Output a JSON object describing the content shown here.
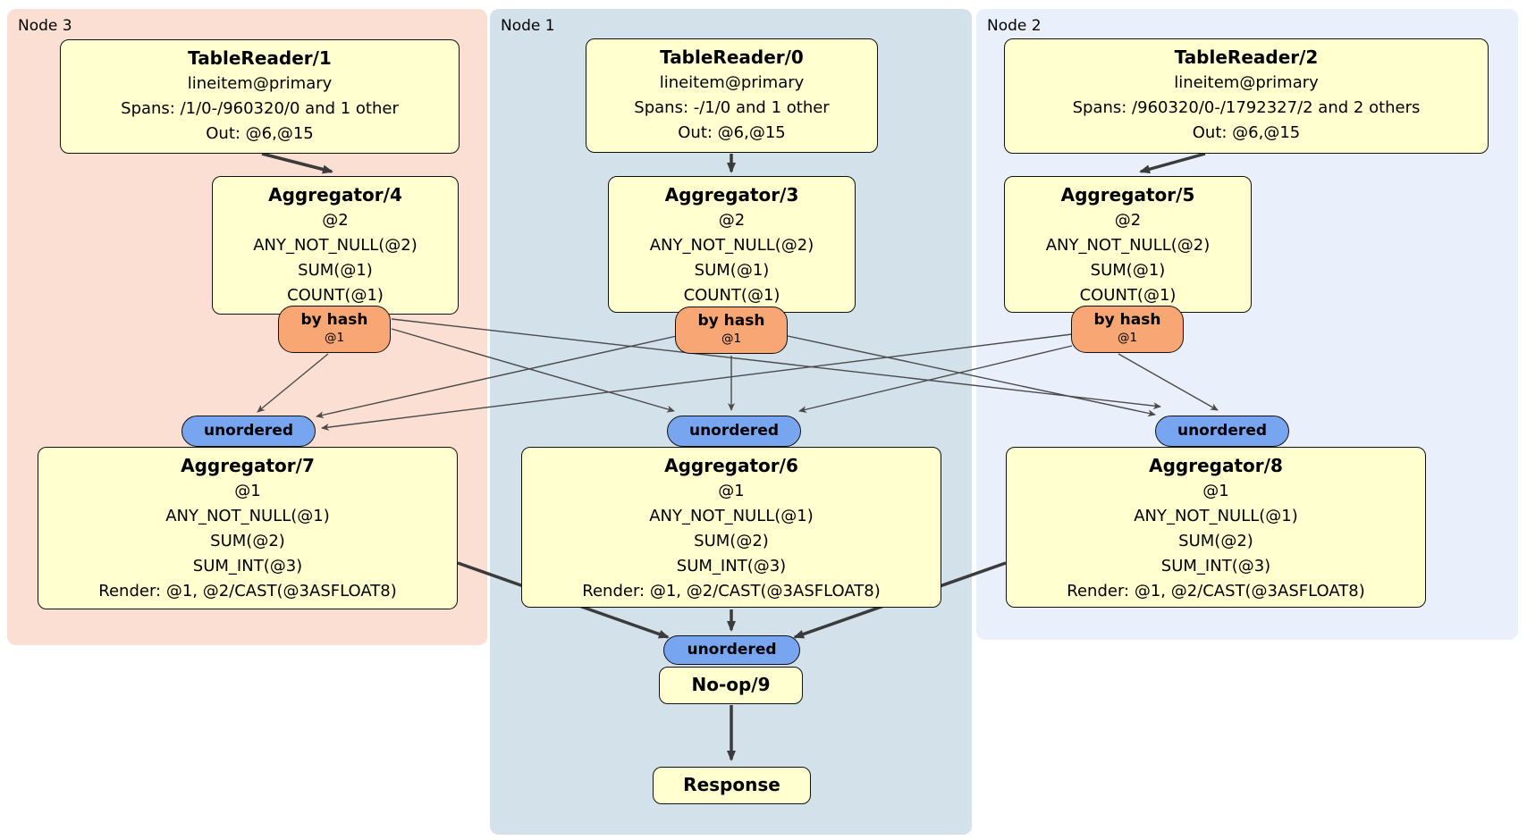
{
  "panels": [
    {
      "id": "node3",
      "label": "Node 3"
    },
    {
      "id": "node1",
      "label": "Node 1"
    },
    {
      "id": "node2",
      "label": "Node 2"
    }
  ],
  "processors": {
    "tr1": {
      "title": "TableReader/1",
      "lines": [
        "lineitem@primary",
        "Spans: /1/0-/960320/0 and 1 other",
        "Out: @6,@15"
      ]
    },
    "tr0": {
      "title": "TableReader/0",
      "lines": [
        "lineitem@primary",
        "Spans: -/1/0 and 1 other",
        "Out: @6,@15"
      ]
    },
    "tr2": {
      "title": "TableReader/2",
      "lines": [
        "lineitem@primary",
        "Spans: /960320/0-/1792327/2 and 2 others",
        "Out: @6,@15"
      ]
    },
    "agg4": {
      "title": "Aggregator/4",
      "lines": [
        "@2",
        "ANY_NOT_NULL(@2)",
        "SUM(@1)",
        "COUNT(@1)"
      ]
    },
    "agg3": {
      "title": "Aggregator/3",
      "lines": [
        "@2",
        "ANY_NOT_NULL(@2)",
        "SUM(@1)",
        "COUNT(@1)"
      ]
    },
    "agg5": {
      "title": "Aggregator/5",
      "lines": [
        "@2",
        "ANY_NOT_NULL(@2)",
        "SUM(@1)",
        "COUNT(@1)"
      ]
    },
    "agg7": {
      "title": "Aggregator/7",
      "lines": [
        "@1",
        "ANY_NOT_NULL(@1)",
        "SUM(@2)",
        "SUM_INT(@3)",
        "Render: @1, @2/CAST(@3ASFLOAT8)"
      ]
    },
    "agg6": {
      "title": "Aggregator/6",
      "lines": [
        "@1",
        "ANY_NOT_NULL(@1)",
        "SUM(@2)",
        "SUM_INT(@3)",
        "Render: @1, @2/CAST(@3ASFLOAT8)"
      ]
    },
    "agg8": {
      "title": "Aggregator/8",
      "lines": [
        "@1",
        "ANY_NOT_NULL(@1)",
        "SUM(@2)",
        "SUM_INT(@3)",
        "Render: @1, @2/CAST(@3ASFLOAT8)"
      ]
    },
    "noop": {
      "title": "No-op/9"
    },
    "response": {
      "title": "Response"
    }
  },
  "router": {
    "label": "by hash",
    "detail": "@1"
  },
  "stream": {
    "label": "unordered"
  },
  "colors": {
    "panel_node3": "#fbdfd2",
    "panel_node1": "#d3e1ea",
    "panel_node2": "#eaf0fb",
    "processor_fill": "#ffffcf",
    "router_fill": "#f7a674",
    "stream_fill": "#78a5f0",
    "edge_thick": "#3b3b3b",
    "edge_thin": "#4a4a4a"
  }
}
